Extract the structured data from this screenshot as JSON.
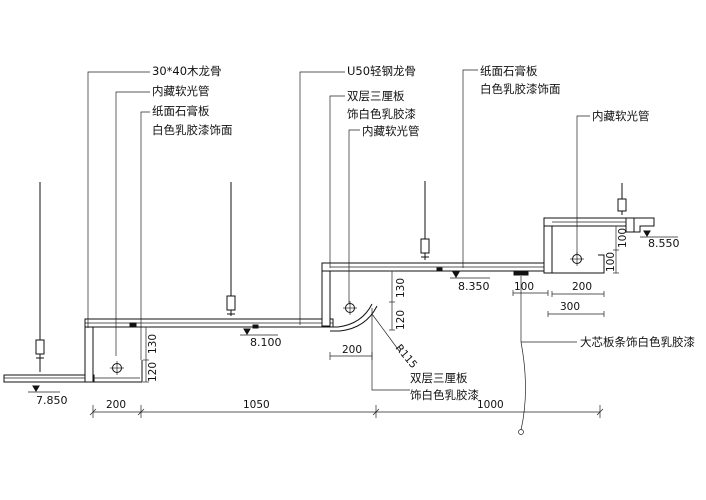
{
  "callouts": {
    "wood_keel": "30*40木龙骨",
    "light_tube_1": "内藏软光管",
    "gypsum_1_line1": "纸面石膏板",
    "gypsum_1_line2": "白色乳胶漆饰面",
    "steel_keel": "U50轻钢龙骨",
    "plywood_top_line1": "双层三厘板",
    "plywood_top_line2": "饰白色乳胶漆",
    "light_tube_2": "内藏软光管",
    "gypsum_2_line1": "纸面石膏板",
    "gypsum_2_line2": "白色乳胶漆饰面",
    "light_tube_3": "内藏软光管",
    "blockboard": "大芯板条饰白色乳胶漆",
    "plywood_bottom_line1": "双层三厘板",
    "plywood_bottom_line2": "饰白色乳胶漆"
  },
  "elevations": {
    "e1": "7.850",
    "e2": "8.100",
    "e3": "8.350",
    "e4": "8.550"
  },
  "dimensions": {
    "step1_h120": "120",
    "step1_h130": "130",
    "step2_h120": "120",
    "step2_h130": "130",
    "curve_w": "200",
    "radius": "R115",
    "groove_100": "100",
    "step3_w200": "200",
    "step3_w300": "300",
    "step3_h100a": "100",
    "step3_h100b": "100",
    "bottom_200": "200",
    "bottom_1050": "1050",
    "bottom_1000": "1000"
  }
}
